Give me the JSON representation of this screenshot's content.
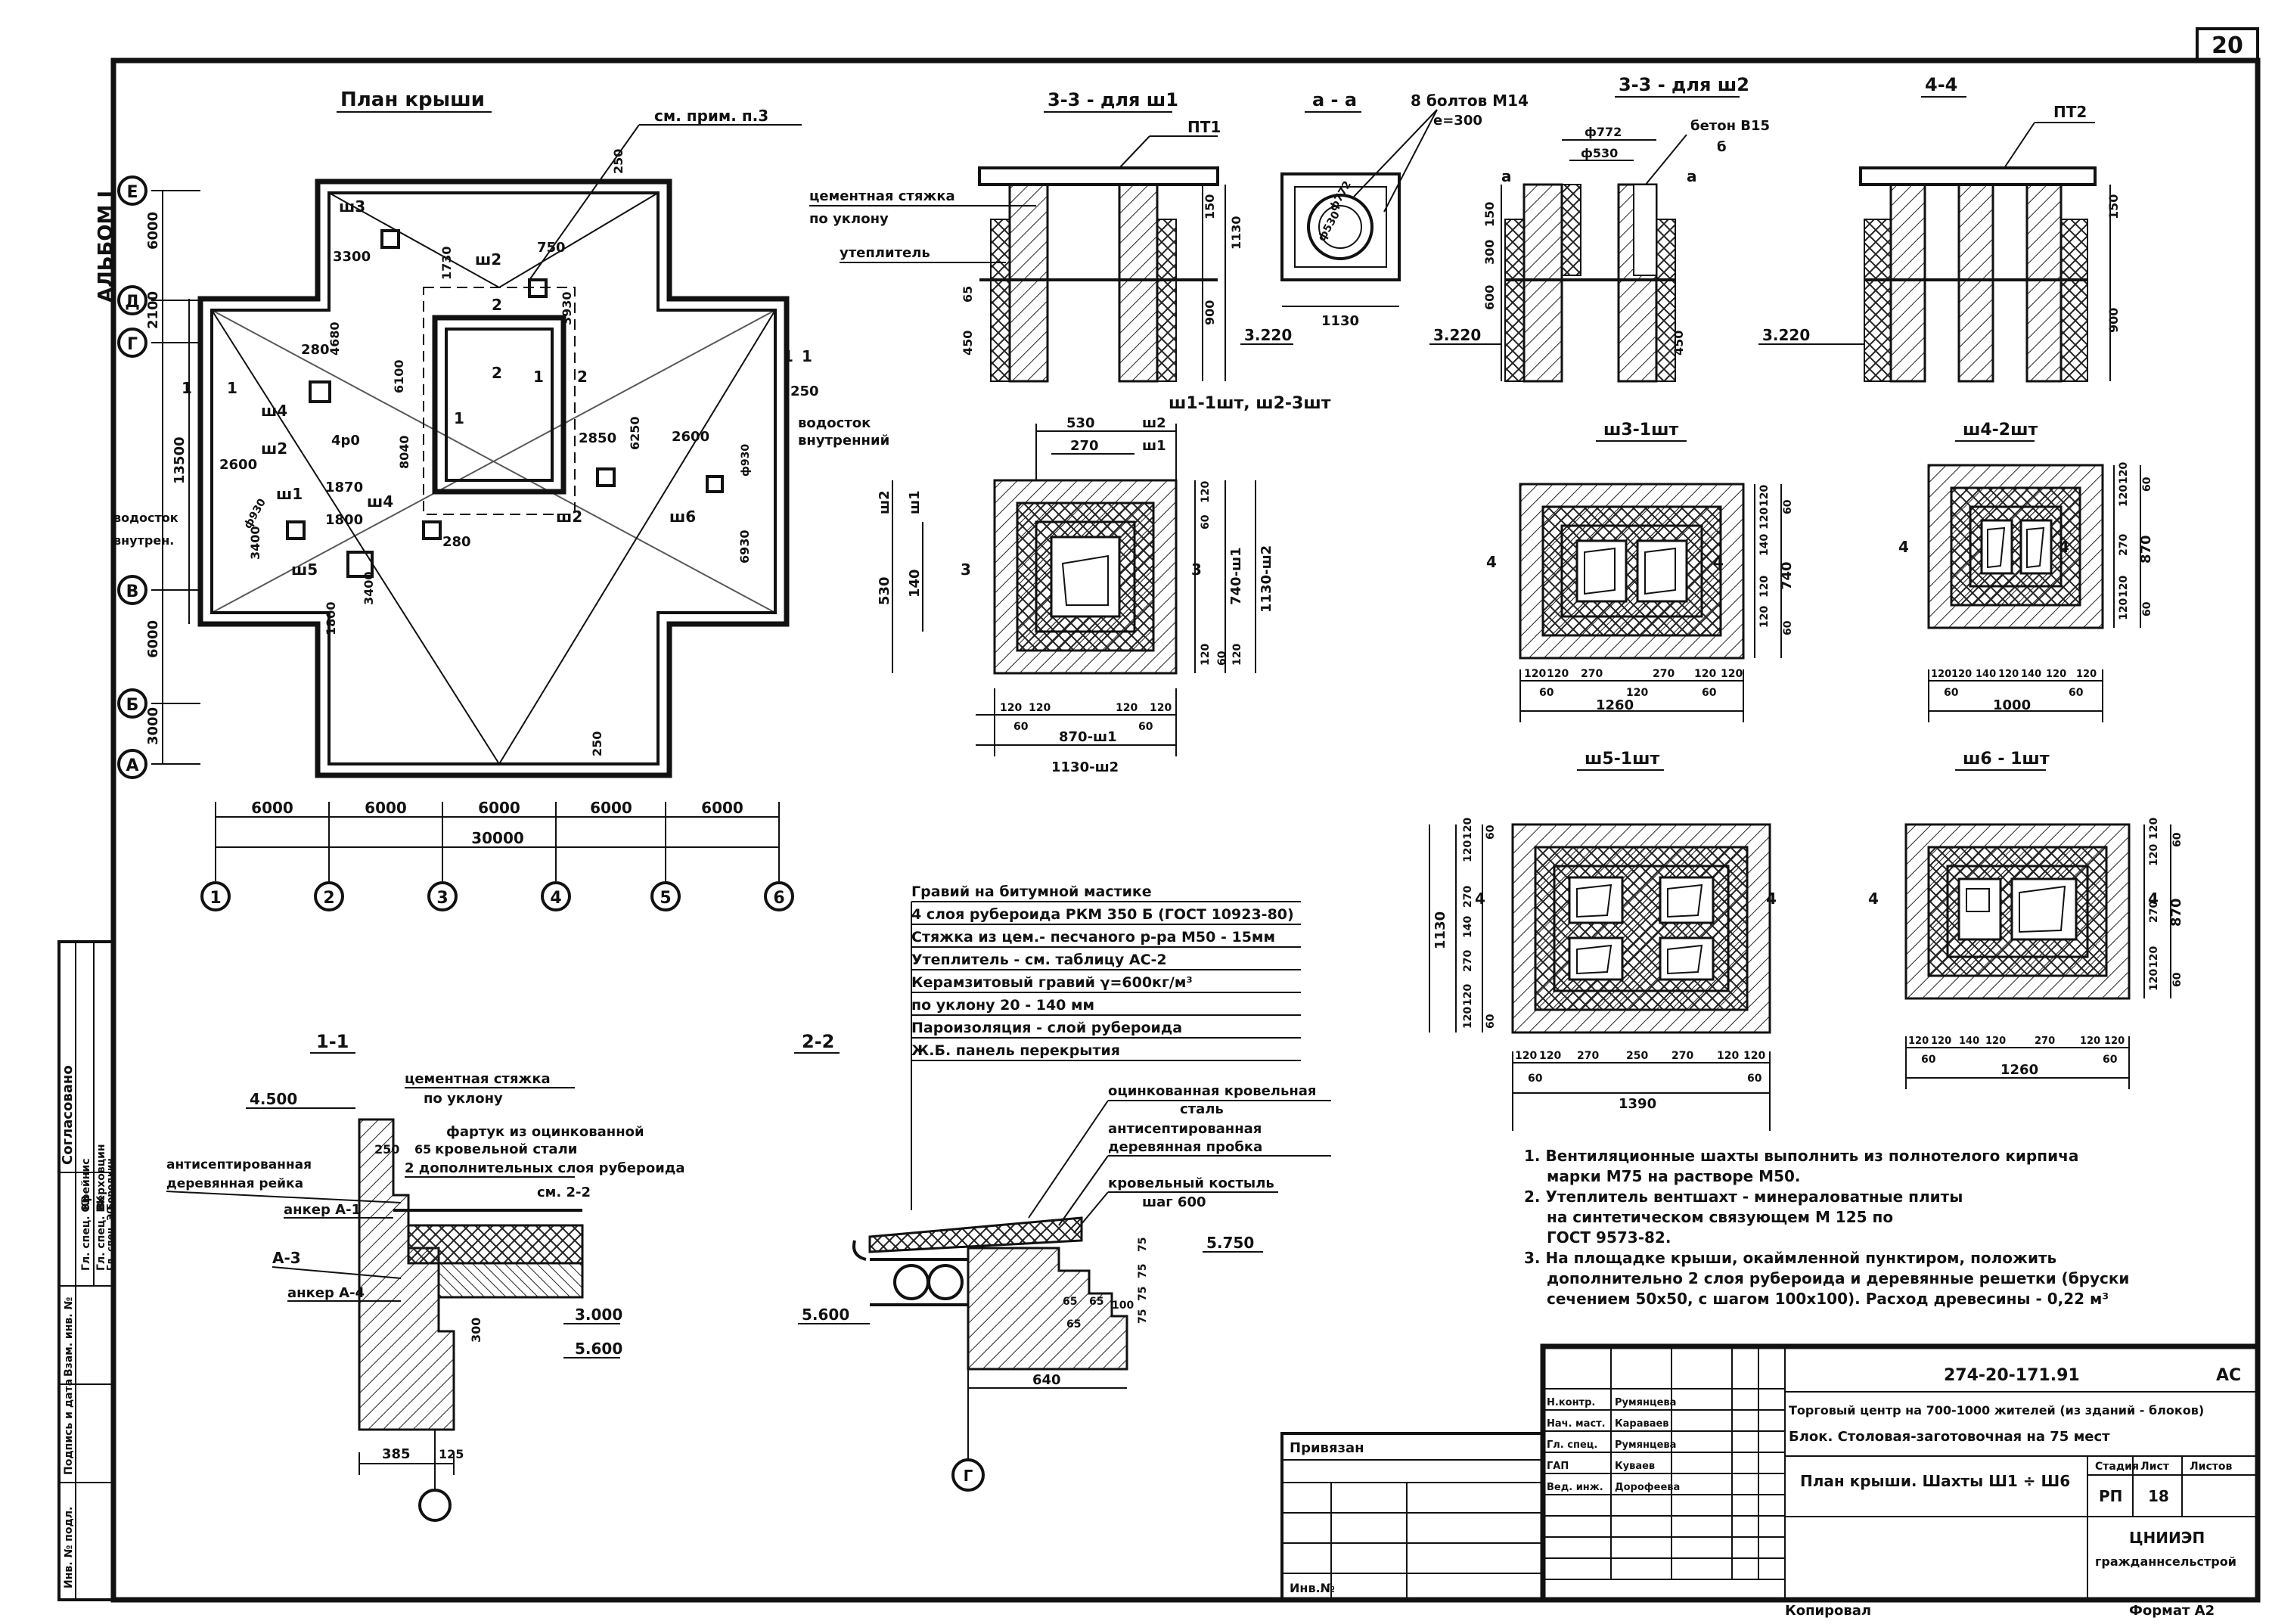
{
  "sheet_number": "20",
  "album": "АЛЬБОМ I",
  "roof_plan": {
    "title": "План крыши",
    "axes_letters": [
      "Е",
      "Д",
      "Г",
      "В",
      "Б",
      "А"
    ],
    "axes_numbers": [
      "1",
      "2",
      "3",
      "4",
      "5",
      "6"
    ],
    "dims_bottom": [
      "6000",
      "6000",
      "6000",
      "6000",
      "6000"
    ],
    "dim_total": "30000",
    "dims_left": [
      "6000",
      "2100",
      "13500",
      "6000",
      "3000"
    ],
    "note_ref": "см. прим. п.3",
    "labels": [
      "ш3",
      "ш2",
      "ш4",
      "ш2",
      "ш4",
      "ш1",
      "ш5",
      "ш2",
      "ш6"
    ],
    "drain_right": [
      "водосток",
      "внутренний"
    ],
    "drain_left": [
      "водосток",
      "внутрен."
    ],
    "dims_inner": [
      "250",
      "3300",
      "1730",
      "750",
      "3930",
      "280",
      "4680",
      "6100",
      "4р0",
      "8040",
      "6250",
      "2850",
      "2600",
      "250",
      "2600",
      "1870",
      "1800",
      "3400",
      "280",
      "1800",
      "3400",
      "6930",
      "ф930",
      "250",
      "ф930"
    ],
    "section_marks": [
      "1",
      "1",
      "2",
      "2",
      "1",
      "1",
      "2",
      "1",
      "1"
    ]
  },
  "section_33_sh1": {
    "title": "3-3 - для ш1",
    "pt_label": "ПТ1",
    "left_labels": [
      "цементная стяжка",
      "по уклону",
      "утеплитель"
    ],
    "dims": [
      "150",
      "1130",
      "900",
      "65",
      "450"
    ],
    "level": "3.220"
  },
  "section_aa": {
    "title": "а - а",
    "bolts": [
      "8 болтов М14",
      "е=300"
    ],
    "dims": [
      "1130",
      "ф772",
      "ф530"
    ]
  },
  "section_33_sh2": {
    "title": "3-3 - для ш2",
    "dims_top": [
      "ф772",
      "ф530"
    ],
    "labels": [
      "бетон В15",
      "б"
    ],
    "dims": [
      "150",
      "300",
      "600",
      "450"
    ],
    "level": "3.220",
    "cut": [
      "а",
      "а"
    ]
  },
  "section_44": {
    "title": "4-4",
    "pt_label": "ПТ2",
    "dims": [
      "150",
      "900"
    ],
    "level": "3.220"
  },
  "shaft_sh1_sh2": {
    "title": "ш1-1шт, ш2-3шт",
    "top_dims": [
      "530",
      "ш2",
      "270",
      "ш1"
    ],
    "left_dims": [
      "ш2",
      "ш1",
      "530",
      "140"
    ],
    "right_dims": [
      "120",
      "60",
      "740-ш1",
      "1130-ш2",
      "120",
      "60",
      "120"
    ],
    "bottom_dims": [
      "120",
      "120",
      "120",
      "120",
      "60",
      "60",
      "870-ш1",
      "1130-ш2"
    ],
    "cut": [
      "3",
      "3"
    ]
  },
  "shaft_sh3": {
    "title": "ш3-1шт",
    "right_dims": [
      "120",
      "120",
      "140",
      "120",
      "120",
      "60",
      "740",
      "60"
    ],
    "bottom_dims": [
      "120",
      "120",
      "270",
      "270",
      "120",
      "120",
      "60",
      "1260",
      "120",
      "60"
    ],
    "cut": [
      "4",
      "4"
    ]
  },
  "shaft_sh4": {
    "title": "ш4-2шт",
    "right_dims": [
      "120",
      "120",
      "270",
      "120",
      "120",
      "60",
      "870",
      "60"
    ],
    "bottom_dims": [
      "120",
      "120",
      "140",
      "120",
      "140",
      "120",
      "120",
      "60",
      "1000",
      "60"
    ],
    "cut": [
      "4",
      "4"
    ]
  },
  "shaft_sh5": {
    "title": "ш5-1шт",
    "left_dims": [
      "120",
      "120",
      "60",
      "270",
      "140",
      "270",
      "120",
      "120",
      "60",
      "1130"
    ],
    "bottom_dims": [
      "120",
      "120",
      "270",
      "250",
      "270",
      "120",
      "120",
      "60",
      "60",
      "1390"
    ],
    "cut": [
      "4",
      "4"
    ]
  },
  "shaft_sh6": {
    "title": "ш6 - 1шт",
    "right_dims": [
      "120",
      "120",
      "270",
      "120",
      "120",
      "60",
      "870",
      "60"
    ],
    "bottom_dims": [
      "120",
      "120",
      "140",
      "120",
      "270",
      "120",
      "120",
      "60",
      "60",
      "1260"
    ],
    "cut": [
      "4",
      "4"
    ]
  },
  "roof_layers": [
    "Гравий на битумной мастике",
    "4 слоя рубероида РКМ 350 Б (ГОСТ 10923-80)",
    "Стяжка из цем.- песчаного р-ра М50 - 15мм",
    "Утеплитель - см. таблицу АС-2",
    "Керамзитовый гравий γ=600кг/м³",
    "по уклону 20 - 140 мм",
    "Пароизоляция - слой рубероида",
    "Ж.Б. панель перекрытия"
  ],
  "section_11": {
    "title": "1-1",
    "level_top": "4.500",
    "labels": [
      "цементная стяжка",
      "по уклону",
      "фартук из оцинкованной",
      "кровельной стали",
      "2 дополнительных слоя рубероида",
      "см. 2-2",
      "антисептированная",
      "деревянная рейка",
      "анкер А-1",
      "А-3",
      "анкер А-4"
    ],
    "dims": [
      "250",
      "65",
      "300",
      "385",
      "125"
    ],
    "levels": [
      "3.000",
      "5.600"
    ]
  },
  "section_22": {
    "title": "2-2",
    "labels": [
      "оцинкованная кровельная",
      "сталь",
      "антисептированная",
      "деревянная пробка",
      "кровельный костыль",
      "шаг 600"
    ],
    "dims": [
      "75",
      "75",
      "75",
      "75",
      "65",
      "65",
      "65",
      "100",
      "640"
    ],
    "levels": [
      "5.750",
      "5.600"
    ],
    "axis": "Г"
  },
  "notes": [
    "1. Вентиляционные шахты выполнить из полнотелого кирпича",
    "марки М75 на растворе М50.",
    "2. Утеплитель вентшахт - минераловатные плиты",
    "на синтетическом связующем М 125 по",
    "ГОСТ 9573-82.",
    "3. На площадке крыши, окаймленной пунктиром, положить",
    "дополнительно 2 слоя рубероида и деревянные решетки (бруски",
    "сечением 50х50, с шагом 100х100). Расход древесины - 0,22 м³"
  ],
  "approval": {
    "title": "Согласовано",
    "rows": [
      [
        "Гл. спец. ОВ",
        "Крейнис"
      ],
      [
        "Гл. спец. ВК",
        "Верховцин"
      ],
      [
        "Гл. спец. ЭО",
        "Бородкин"
      ]
    ],
    "inv_fields": [
      "Инв. № подл.",
      "Подпись и дата",
      "Взам. инв. №"
    ]
  },
  "title_block": {
    "code": "274-20-171.91",
    "mark": "АС",
    "project": "Торговый центр на 700-1000 жителей (из зданий - блоков)",
    "block": "Блок. Столовая-заготовочная на 75 мест",
    "sheet_title": "План крыши. Шахты Ш1 ÷ Ш6",
    "stage_headers": [
      "Стадия",
      "Лист",
      "Листов"
    ],
    "stage_values": [
      "РП",
      "18",
      ""
    ],
    "org": [
      "ЦНИИЭП",
      "гражданнсельстрой"
    ],
    "privyazan": "Привязан",
    "inv": "Инв.№",
    "people": [
      [
        "Н.контр.",
        "Румянцева"
      ],
      [
        "Нач. маст.",
        "Караваев"
      ],
      [
        "Гл. спец.",
        "Румянцева"
      ],
      [
        "ГАП",
        "Куваев"
      ],
      [
        "Вед. инж.",
        "Дорофеева"
      ]
    ],
    "copied": "Копировал",
    "format": "Формат А2"
  }
}
